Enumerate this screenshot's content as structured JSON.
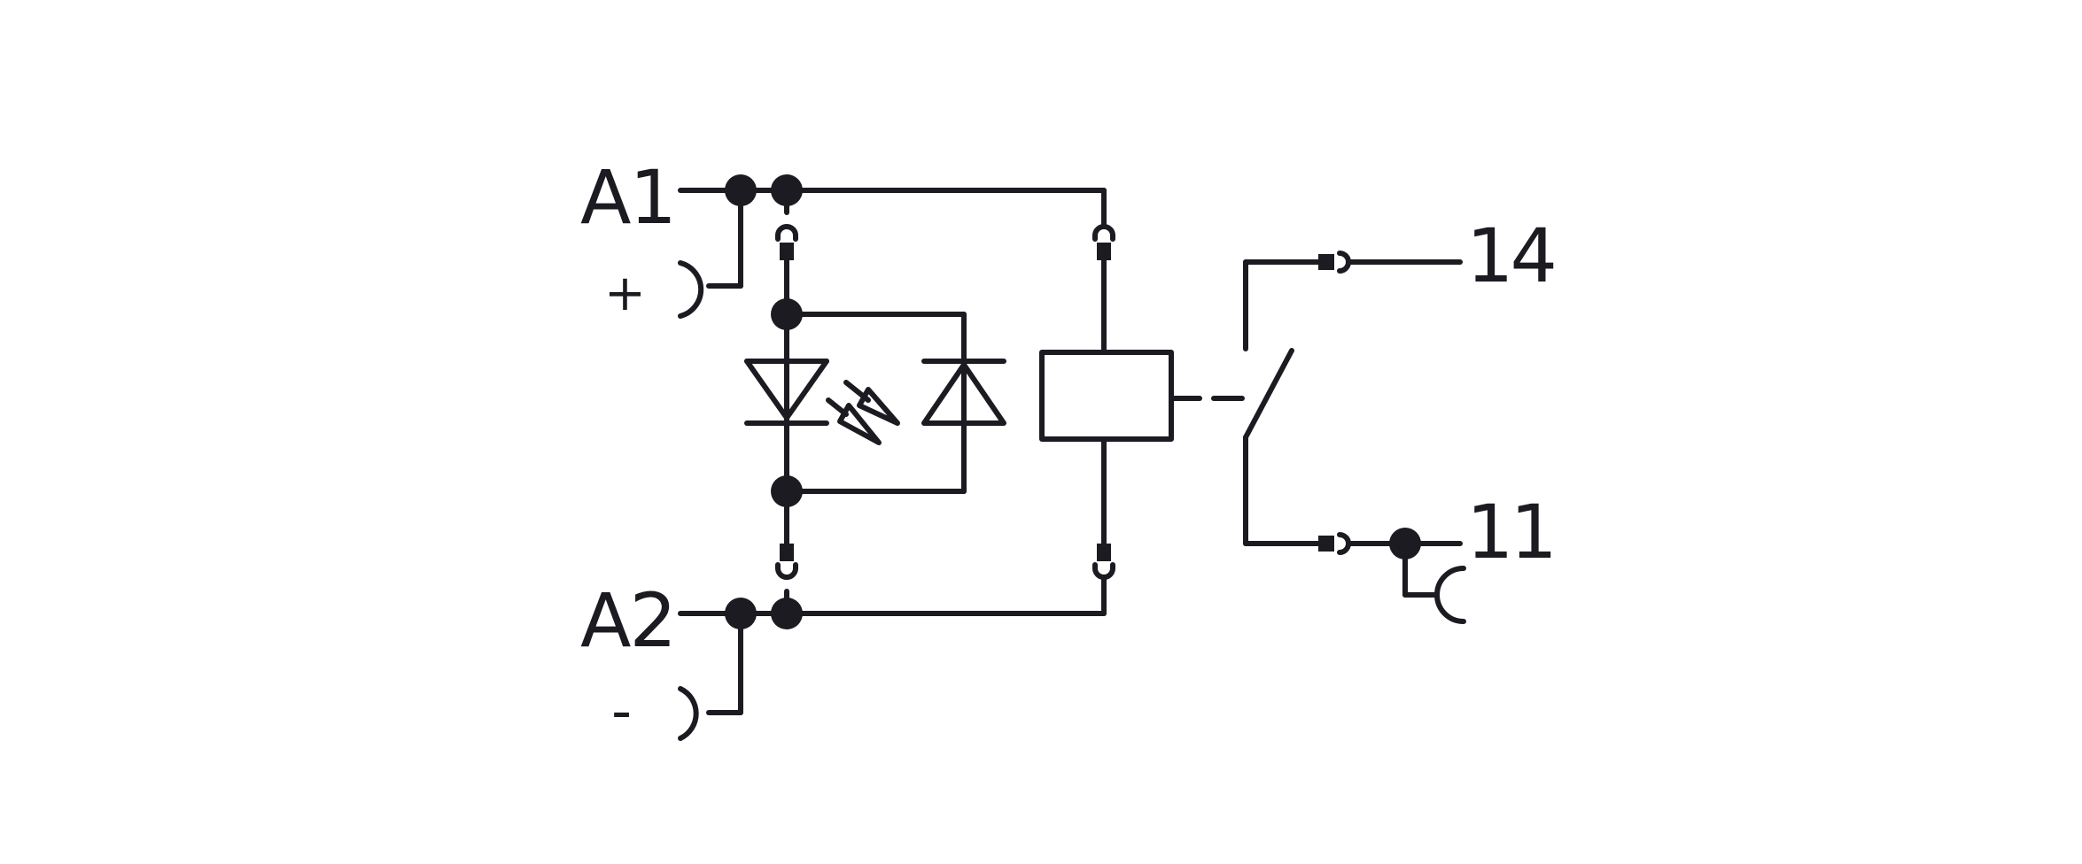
{
  "colors": {
    "ink": "#1c1b22",
    "background": "#ffffff"
  },
  "labels": {
    "a1": "A1",
    "plus": "+",
    "a2": "A2",
    "minus": "-",
    "t14": "14",
    "t11": "11"
  },
  "components": {
    "led": "led-icon",
    "diode": "diode-icon",
    "coil": "relay-coil-icon",
    "contact": "normally-open-contact-icon"
  }
}
